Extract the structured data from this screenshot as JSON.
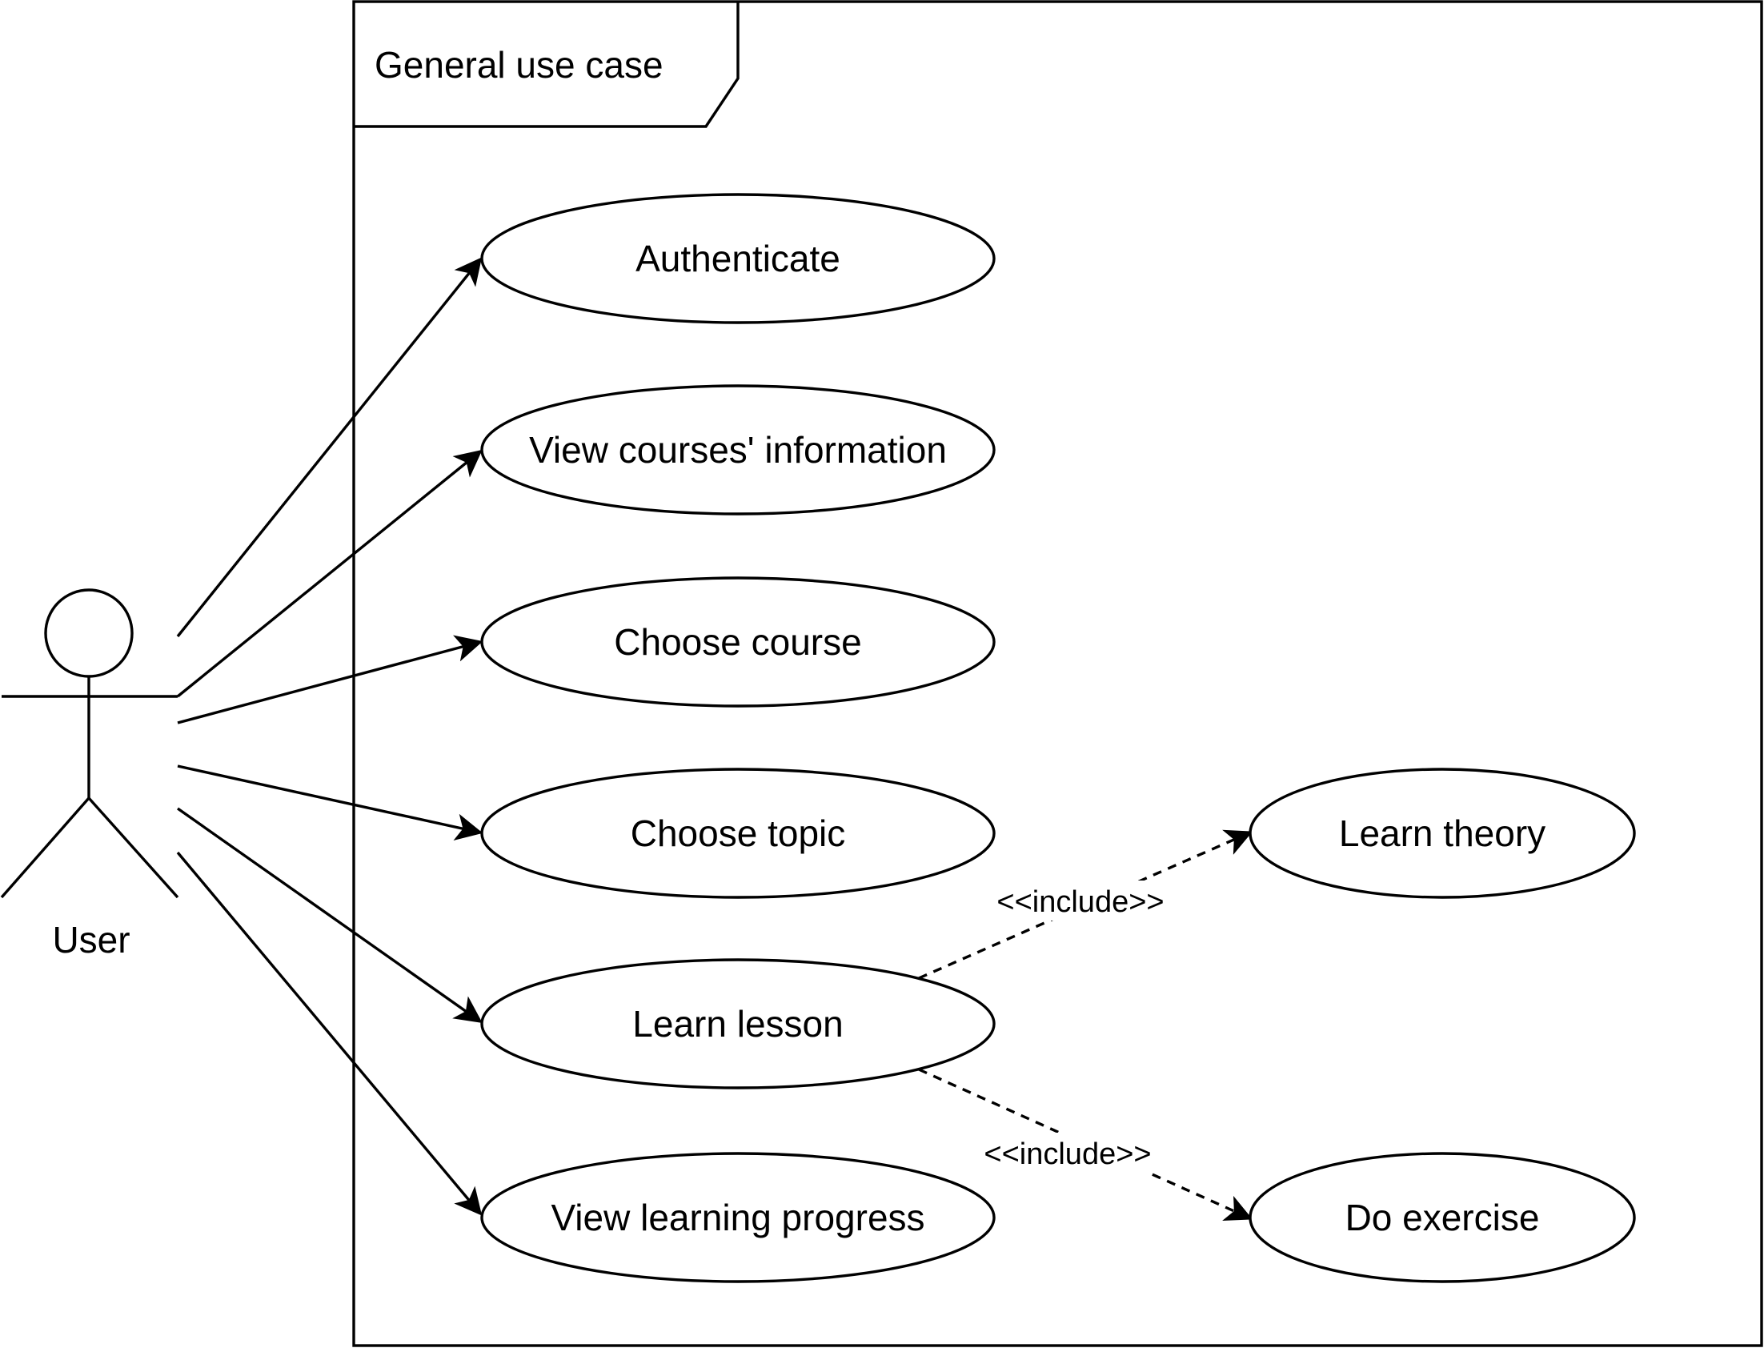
{
  "frame": {
    "title": "General use case"
  },
  "actor": {
    "name": "User"
  },
  "use_cases": {
    "authenticate": "Authenticate",
    "view_courses": "View courses' information",
    "choose_course": "Choose course",
    "choose_topic": "Choose topic",
    "learn_lesson": "Learn lesson",
    "view_progress": "View learning progress",
    "learn_theory": "Learn theory",
    "do_exercise": "Do exercise"
  },
  "relations": {
    "include_theory": "<<include>>",
    "include_exercise": "<<include>>"
  }
}
